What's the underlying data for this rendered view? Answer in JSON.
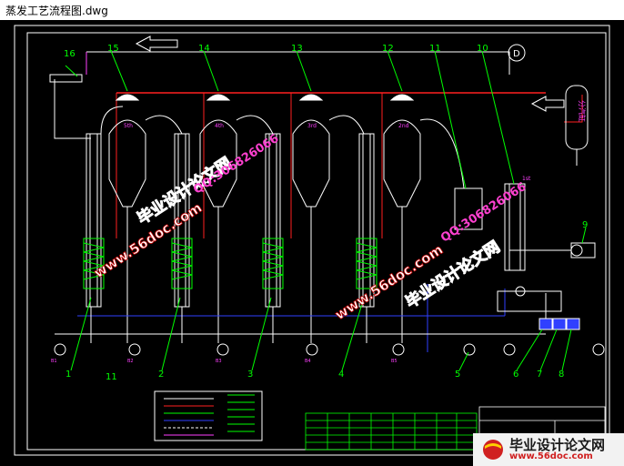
{
  "window": {
    "title": "蒸发工艺流程图.dwg"
  },
  "diagram": {
    "callouts": [
      "16",
      "15",
      "14",
      "13",
      "12",
      "11",
      "10",
      "9",
      "8",
      "7",
      "6",
      "5",
      "4",
      "3",
      "2",
      "1",
      "11"
    ],
    "vessel_tags": [
      "5th",
      "4th",
      "3rd",
      "2nd",
      "1st"
    ],
    "right_tank_label": "分汽缸",
    "circle_marker": "D",
    "bottom_pump_tags": [
      "B1",
      "B2",
      "B3",
      "B4",
      "B5"
    ]
  },
  "watermarks": {
    "site_url": "www.56doc.com",
    "brand": "毕业设计论文网",
    "qq": "QQ:306826066"
  },
  "footer_logo": {
    "brand": "毕业设计论文网",
    "url": "www.56doc.com"
  },
  "colors": {
    "background": "#000000",
    "frame": "#ffffff",
    "steam": "#ff2020",
    "condensate": "#3040ff",
    "process": "#ffffff",
    "leader": "#00ff00",
    "label": "#ff00ff",
    "table": "#00ff00"
  }
}
